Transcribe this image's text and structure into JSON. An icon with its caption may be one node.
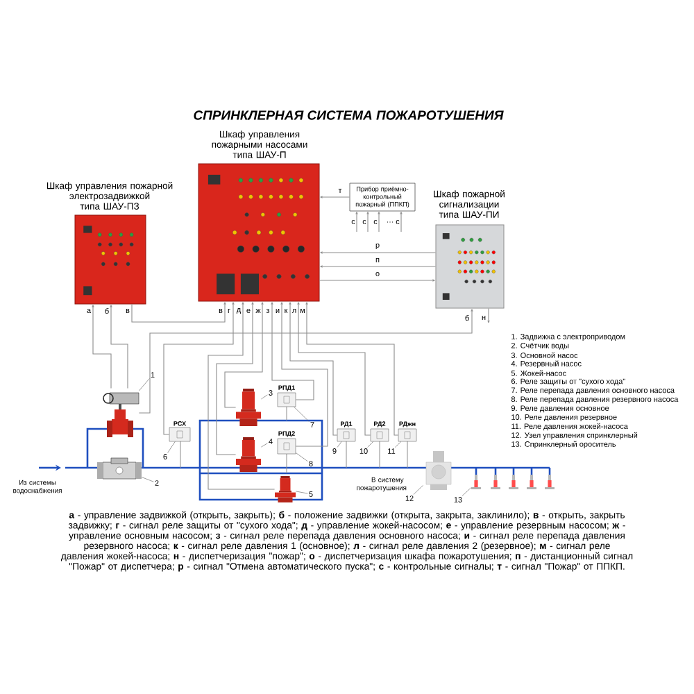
{
  "diagram": {
    "title": "СПРИНКЛЕРНАЯ СИСТЕМА ПОЖАРОТУШЕНИЯ",
    "nodes": [
      {
        "text": [
          "Шкаф управления пожарной электрозадвижкой типа ШАУ-ПЗ"
        ]
      },
      {
        "text": [
          "Шкаф управления пожарными насосами типа ШАУ-П"
        ]
      },
      {
        "text": [
          "Прибор приёмно-контрольный пожарный (ППКП)"
        ]
      },
      {
        "text": [
          "Шкаф пожарной сигнализации типа ШАУ-ПИ"
        ]
      },
      {
        "text": [],
        "shape": "picture"
      },
      {
        "text": [],
        "shape": "picture"
      },
      {
        "text": [],
        "shape": "picture"
      },
      {
        "text": [],
        "shape": "picture"
      },
      {
        "text": [],
        "shape": "picture"
      },
      {
        "text": [
          "РСХ"
        ]
      },
      {
        "text": [
          "РПД1"
        ]
      },
      {
        "text": [
          "РПД2"
        ]
      },
      {
        "text": [
          "РД1"
        ]
      },
      {
        "text": [
          "РД2"
        ]
      },
      {
        "text": [
          "РДжн"
        ]
      },
      {
        "text": [],
        "shape": "picture"
      },
      {
        "text": [],
        "shape": "picture"
      },
      {
        "text": [],
        "shape": "picture"
      },
      {
        "text": [],
        "shape": "picture"
      },
      {
        "text": [],
        "shape": "picture"
      },
      {
        "text": [],
        "shape": "picture"
      },
      {
        "text": [
          "1"
        ]
      },
      {
        "text": [
          "2"
        ]
      },
      {
        "text": [
          "3"
        ]
      },
      {
        "text": [
          "4"
        ]
      },
      {
        "text": [
          "5"
        ]
      },
      {
        "text": [
          "6"
        ]
      },
      {
        "text": [
          "7"
        ]
      },
      {
        "text": [
          "8"
        ]
      },
      {
        "text": [
          "9"
        ]
      },
      {
        "text": [
          "10"
        ]
      },
      {
        "text": [
          "11"
        ]
      },
      {
        "text": [
          "12"
        ]
      },
      {
        "text": [
          "13"
        ]
      }
    ],
    "edges": [
      {
        "from": 4,
        "to": 0,
        "arrow": "to",
        "label": "а"
      },
      {
        "from": 4,
        "to": 0,
        "arrow": "to",
        "label": "б"
      },
      {
        "from": 0,
        "to": 1,
        "arrow": "to",
        "label": "в"
      },
      {
        "from": 9,
        "to": 1,
        "arrow": "to",
        "label": "г"
      },
      {
        "from": 8,
        "to": 1,
        "arrow": "to",
        "label": "д"
      },
      {
        "from": 7,
        "to": 1,
        "arrow": "to",
        "label": "е"
      },
      {
        "from": 6,
        "to": 1,
        "arrow": "to",
        "label": "ж"
      },
      {
        "from": 10,
        "to": 1,
        "arrow": "to",
        "label": "з"
      },
      {
        "from": 11,
        "to": 1,
        "arrow": "to",
        "label": "и"
      },
      {
        "from": 12,
        "to": 1,
        "arrow": "to",
        "label": "к"
      },
      {
        "from": 13,
        "to": 1,
        "arrow": "to",
        "label": "л"
      },
      {
        "from": 14,
        "to": 1,
        "arrow": "to",
        "label": "м"
      },
      {
        "from": 2,
        "to": 1,
        "arrow": "to",
        "label": "т"
      },
      {
        "from": 3,
        "to": 1,
        "arrow": "to",
        "label": "р"
      },
      {
        "from": 3,
        "to": 1,
        "arrow": "to",
        "label": "п"
      },
      {
        "from": 1,
        "to": 3,
        "arrow": "to",
        "label": "о"
      },
      {
        "from": 4,
        "to": 3,
        "arrow": "to",
        "label": "б"
      },
      {
        "from": 3,
        "to": null,
        "arrow": "to",
        "label": "н"
      },
      {
        "from": null,
        "to": 2,
        "arrow": "to",
        "label": "с"
      },
      {
        "from": null,
        "to": 2,
        "arrow": "to",
        "label": "с"
      },
      {
        "from": null,
        "to": 2,
        "arrow": "to",
        "label": "с"
      },
      {
        "from": null,
        "to": 2,
        "arrow": "to",
        "label": "с"
      },
      {
        "from": 21,
        "to": 4,
        "arrow": "none"
      },
      {
        "from": 22,
        "to": 5,
        "arrow": "none"
      },
      {
        "from": 23,
        "to": 6,
        "arrow": "none"
      },
      {
        "from": 24,
        "to": 7,
        "arrow": "none"
      },
      {
        "from": 25,
        "to": 8,
        "arrow": "none"
      },
      {
        "from": 26,
        "to": 9,
        "arrow": "none"
      },
      {
        "from": 27,
        "to": 10,
        "arrow": "none"
      },
      {
        "from": 28,
        "to": 11,
        "arrow": "none"
      },
      {
        "from": 29,
        "to": 12,
        "arrow": "none"
      },
      {
        "from": 30,
        "to": 13,
        "arrow": "none"
      },
      {
        "from": 31,
        "to": 14,
        "arrow": "none"
      },
      {
        "from": 32,
        "to": 15,
        "arrow": "none"
      },
      {
        "from": 33,
        "to": 16,
        "arrow": "none"
      }
    ],
    "labels": [
      "в",
      "…",
      "1. Задвижка с электроприводом",
      "2. Счётчик воды",
      "3. Основной насос",
      "4. Резервный насос",
      "5. Жокей-насос",
      "6. Реле защиты от \"сухого хода\"",
      "7. Реле перепада давления основного насоса",
      "8. Реле перепада давления резервного насоса",
      "9. Реле давления основное",
      "10. Реле давления резервное",
      "11. Реле давления жокей-насоса",
      "12. Узел управления спринклерный",
      "13. Спринклерный ороситель",
      "Из системы водоснабжения",
      "В систему пожаротушения",
      "**а** - управление задвижкой (открыть, закрыть); **б** - положение задвижки (открыта, закрыта, заклинило); **в** - открыть, закрыть задвижку; **г** - сигнал реле защиты от \"сухого хода\"; **д** - управление жокей-насосом; **е** - управление резервным насосом; **ж** - управление основным насосом; **з** - сигнал реле перепада давления основного насоса; **и** - сигнал реле перепада давления резервного насоса; **к** - сигнал реле давления 1 (основное); **л** - сигнал реле давления 2 (резервное); **м** - сигнал реле давления жокей-насоса; **н** - диспетчеризация \"пожар\"; **о** - диспетчеризация шкафа пожаротушения; **п** - дистанционный сигнал \"Пожар\" от диспетчера; **р** - сигнал \"Отмена автоматического пуска\"; **с** - контрольные сигналы; **т** - сигнал \"Пожар\" от ППКП."
    ]
  }
}
